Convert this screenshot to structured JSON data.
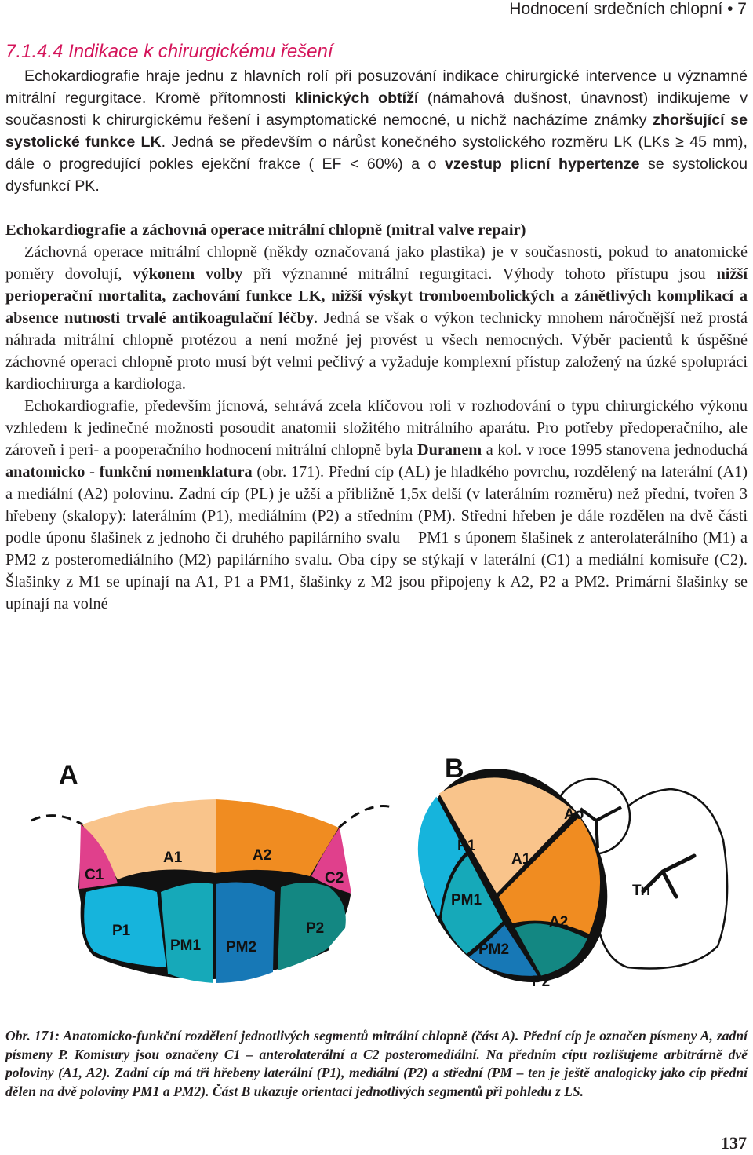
{
  "running_head": "Hodnocení srdečních chlopní • 7",
  "section_title": "7.1.4.4 Indikace k chirurgickému řešení",
  "block1": {
    "p1": [
      {
        "t": "Echokardiografie hraje jednu z hlavních rolí při posuzování indikace chirurgické intervence u významné mitrální regurgitace. Kromě přítomnosti ",
        "b": false
      },
      {
        "t": "klinických obtíží",
        "b": true
      },
      {
        "t": " (námahová dušnost, únavnost) indikujeme v současnosti k chirurgickému řešení i asymptomatické nemocné, u nichž nacházíme známky ",
        "b": false
      },
      {
        "t": "zhoršující se systolické funkce LK",
        "b": true
      },
      {
        "t": ". Jedná se především o nárůst konečného systolického rozměru LK (LKs ≥ 45 mm), dále o progredující pokles ejekční frakce ( EF < 60%) a o ",
        "b": false
      },
      {
        "t": "vzestup plicní hypertenze",
        "b": true
      },
      {
        "t": " se systolickou dysfunkcí PK.",
        "b": false
      }
    ]
  },
  "block2": {
    "heading": "Echokardiografie a záchovná operace mitrální chlopně (mitral valve repair)",
    "p1": [
      {
        "t": "Záchovná operace mitrální chlopně (někdy označovaná jako plastika) je v současnosti, pokud to anatomické poměry dovolují, ",
        "b": false
      },
      {
        "t": "výkonem volby",
        "b": true
      },
      {
        "t": " při významné mitrální regurgitaci. Výhody tohoto přístupu jsou ",
        "b": false
      },
      {
        "t": "nižší perioperační mortalita, zachování funkce LK, nižší výskyt tromboembolických a zánětlivých komplikací a absence nutnosti trvalé antikoagulační léčby",
        "b": true
      },
      {
        "t": ". Jedná se však o výkon technicky mnohem náročnější než prostá náhrada mitrální chlopně protézou a není možné jej provést u všech nemocných. Výběr pacientů k úspěšné záchovné operaci chlopně proto musí být velmi pečlivý a vyžaduje komplexní přístup založený na úzké spolupráci kardiochirurga a kardiologa.",
        "b": false
      }
    ],
    "p2": [
      {
        "t": "Echokardiografie, především jícnová, sehrává zcela klíčovou roli v rozhodování o typu chirurgického výkonu vzhledem k jedinečné možnosti posoudit anatomii složitého mitrálního aparátu. Pro potřeby předoperačního, ale zároveň i peri- a pooperačního hodnocení mitrální chlopně byla ",
        "b": false
      },
      {
        "t": "Duranem",
        "b": true
      },
      {
        "t": " a kol. v roce 1995 stanovena jednoduchá ",
        "b": false
      },
      {
        "t": "anatomicko - funkční nomenklatura",
        "b": true
      },
      {
        "t": " (obr. 171). Přední cíp (AL) je hladkého povrchu, rozdělený na laterální (A1) a mediální (A2) polovinu. Zadní cíp (PL) je užší a přibližně 1,5x delší (v laterálním rozměru) než přední, tvořen 3 hřebeny (skalopy): laterálním (P1), mediálním (P2) a středním (PM). Střední hřeben je dále rozdělen na dvě části podle úponu šlašinek z jednoho či druhého papilárního svalu – PM1 s úponem šlašinek z anterolaterálního (M1) a PM2 z posteromediálního (M2) papilárního svalu. Oba cípy se stýkají v laterální (C1) a mediální komisuře (C2). Šlašinky z M1 se upínají na A1, P1 a PM1, šlašinky z M2 jsou připojeny k A2, P2 a PM2. Primární šlašinky se upínají na volné",
        "b": false
      }
    ]
  },
  "figure": {
    "panel_a": {
      "letter": "A",
      "labels": {
        "a1": "A1",
        "a2": "A2",
        "c1": "C1",
        "c2": "C2",
        "p1": "P1",
        "pm1": "PM1",
        "pm2": "PM2",
        "p2": "P2"
      }
    },
    "panel_b": {
      "letter": "B",
      "labels": {
        "p1": "P1",
        "a1": "A1",
        "pm1": "PM1",
        "a2": "A2",
        "pm2": "PM2",
        "p2": "P2",
        "ao": "Ao",
        "tri": "Tri"
      }
    },
    "colors": {
      "a1": "#f9c48b",
      "a2": "#f08c21",
      "commissure": "#e0408c",
      "p1": "#16b4dc",
      "pm1": "#16a9b9",
      "pm2": "#1778b6",
      "p2": "#138782",
      "outline": "#111111"
    }
  },
  "caption": "Obr. 171: Anatomicko-funkční rozdělení jednotlivých segmentů mitrální chlopně (část A). Přední cíp je označen písmeny A, zadní písmeny P. Komisury jsou označeny C1 – anterolaterální a C2 posteromediální. Na předním cípu rozlišujeme arbitrárně dvě poloviny (A1, A2). Zadní cíp má tři hřebeny laterální (P1), mediální (P2) a střední (PM – ten je ještě analogicky jako cíp přední dělen na dvě poloviny PM1 a PM2). Část B ukazuje orientaci jednotlivých segmentů při pohledu z LS.",
  "page_number": "137"
}
